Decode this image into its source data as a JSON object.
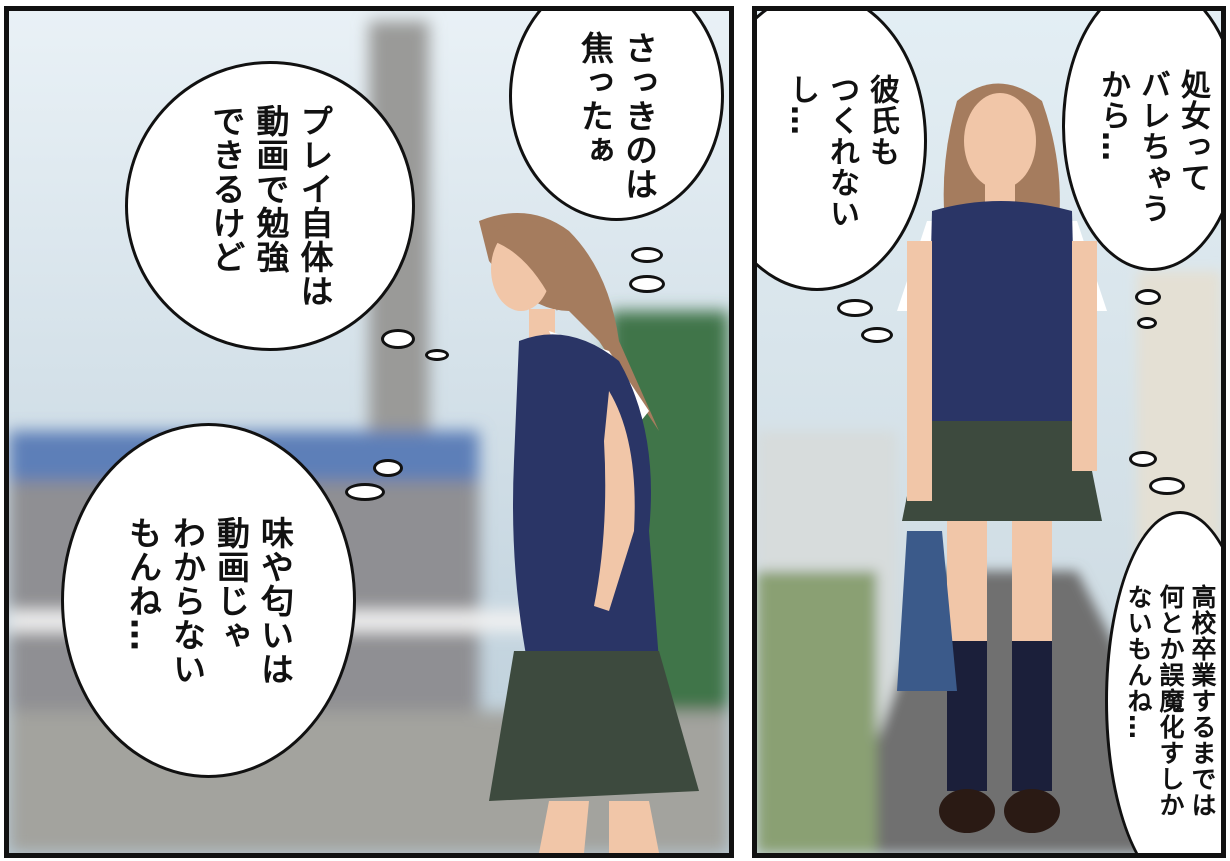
{
  "panels": {
    "left": {
      "bubbles": {
        "play": "プレイ自体は\n動画で勉強\nできるけど",
        "hurried": "さっきのは\n焦ったぁ",
        "taste": "味や匂いは\n動画じゃ\nわからない\nもんね…"
      }
    },
    "right": {
      "bubbles": {
        "virgin": "処女って\nバレちゃう\nから…",
        "boyfriend": "彼氏も\nつくれない\nし…",
        "graduation": "高校卒業するまでは\n何とか誤魔化すしか\nないもんね…"
      }
    }
  },
  "colors": {
    "ink": "#111111",
    "sky": "#cfe0ea",
    "vest": "#2a3566",
    "skirt": "#3d4a3e",
    "hair": "#a57c5e",
    "skin": "#f1c6a8"
  }
}
